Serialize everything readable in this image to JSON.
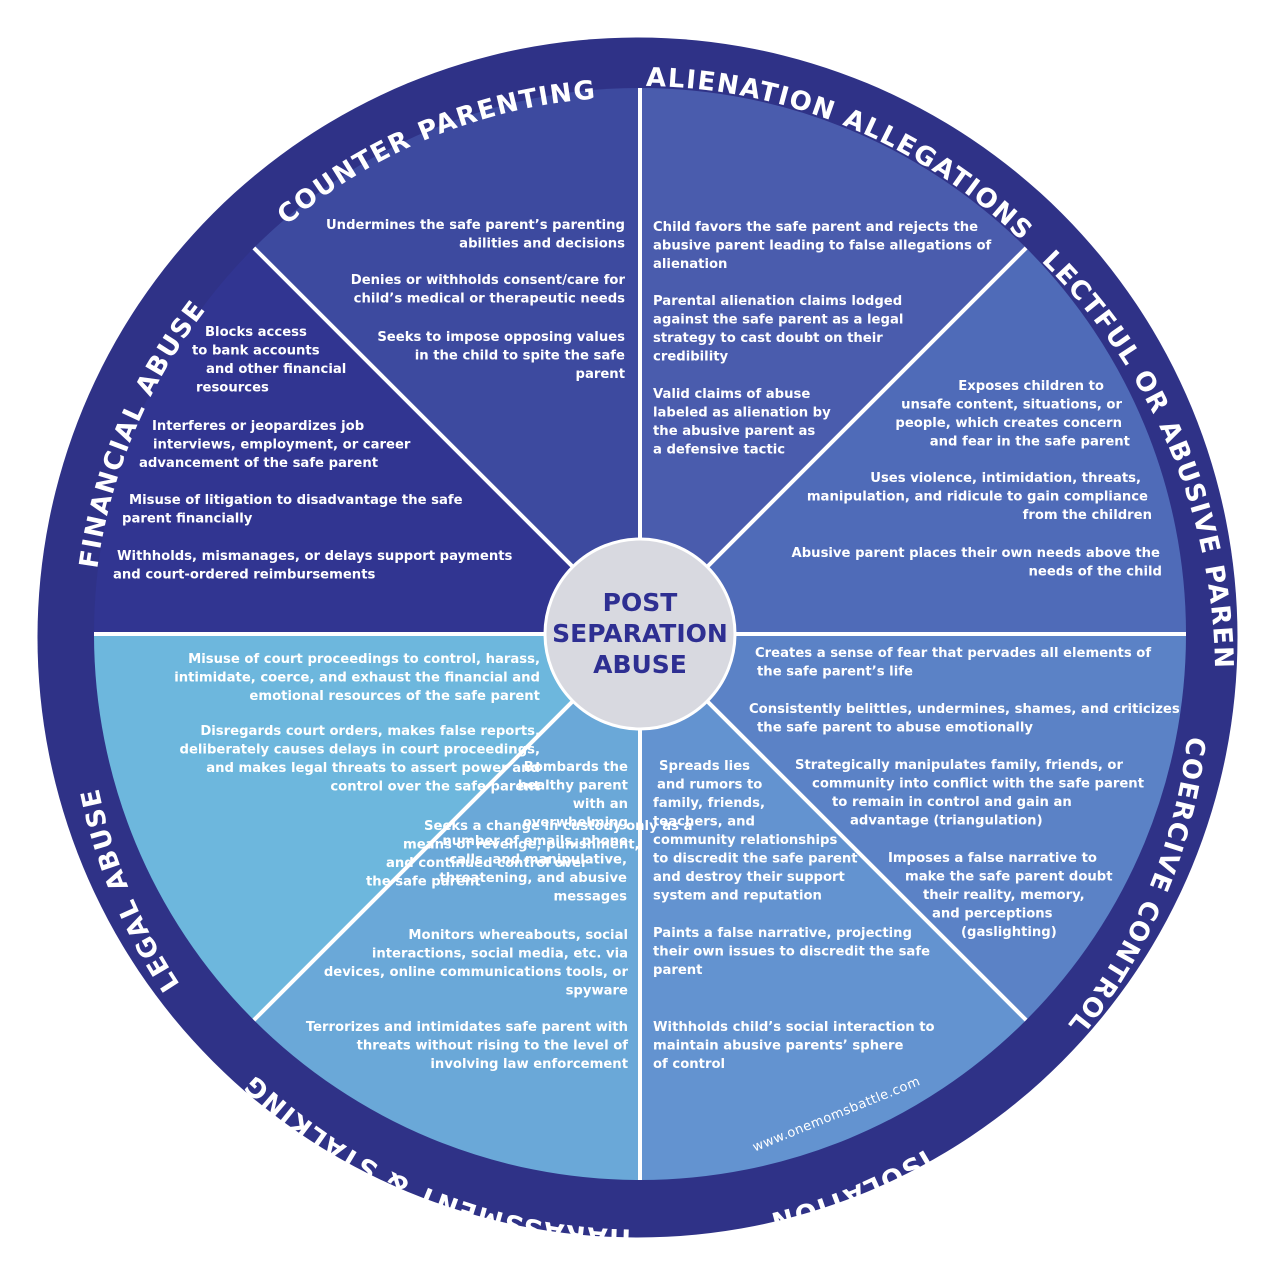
{
  "center": {
    "lines": [
      "POST",
      "SEPARATION",
      "ABUSE"
    ]
  },
  "colors": {
    "ring": "#2f3287",
    "divider": "#ffffff",
    "center_fill": "#d8d9e0",
    "center_text": "#2e2f92",
    "text": "#ffffff"
  },
  "website": "www.onemomsbattle.com",
  "segments": [
    {
      "label": "ALIENATION ALLEGATIONS",
      "color": "#4a5cad",
      "items": [
        [
          "Child favors the safe parent and rejects the",
          "abusive parent leading to false allegations of",
          "alienation"
        ],
        [
          "Parental alienation claims lodged",
          "against the safe parent as a legal",
          "strategy to cast doubt on their",
          "credibility"
        ],
        [
          "Valid claims of abuse",
          "labeled as alienation by",
          "the abusive parent as",
          "a defensive tactic"
        ]
      ]
    },
    {
      "label": "NEGLECTFUL OR ABUSIVE PARENTING",
      "color": "#4f6bb8",
      "items": [
        [
          "Exposes children to",
          "unsafe content, situations, or",
          "people, which creates concern",
          "and fear in the safe parent"
        ],
        [
          "Uses violence, intimidation, threats,",
          "manipulation, and ridicule to gain compliance",
          "from the children"
        ],
        [
          "Abusive parent places their own needs above the",
          "needs of the child"
        ]
      ]
    },
    {
      "label": "COERCIVE CONTROL",
      "color": "#5b82c6",
      "items": [
        [
          "Creates a sense of fear that pervades all elements of",
          "the safe parent’s life"
        ],
        [
          "Consistently belittles, undermines, shames, and criticizes",
          "the safe parent to abuse emotionally"
        ],
        [
          "Strategically manipulates family, friends, or",
          "community into conflict with the safe parent",
          "to remain in control and gain an",
          "advantage (triangulation)"
        ],
        [
          "Imposes a false narrative to",
          "make the safe parent doubt",
          "their reality, memory,",
          "and perceptions",
          "(gaslighting)"
        ]
      ]
    },
    {
      "label": "ISOLATION",
      "color": "#6393d0",
      "items": [
        [
          "Spreads lies",
          "and rumors to",
          "family, friends,",
          "teachers, and",
          "community relationships",
          "to discredit the safe parent",
          "and destroy their support",
          "system and reputation"
        ],
        [
          "Paints a false narrative, projecting",
          "their own issues to discredit the safe",
          "parent"
        ],
        [
          "Withholds child’s social interaction to",
          "maintain abusive parents’ sphere",
          "of control"
        ]
      ]
    },
    {
      "label": "HARASSMENT & STALKING",
      "color": "#6aa8d8",
      "items": [
        [
          "Bombards the",
          "healthy parent",
          "with an",
          "overwhelming",
          "number of emails, phone",
          "calls, and manipulative,",
          "threatening, and abusive",
          "messages"
        ],
        [
          "Monitors whereabouts, social",
          "interactions, social media, etc. via",
          "devices, online communications tools, or",
          "spyware"
        ],
        [
          "Terrorizes and intimidates safe parent with",
          "threats without rising to the level of",
          "involving law enforcement"
        ]
      ]
    },
    {
      "label": "LEGAL ABUSE",
      "color": "#6db7dd",
      "items": [
        [
          "Misuse of court proceedings to control, harass,",
          "intimidate, coerce, and exhaust the financial and",
          "emotional resources of the safe parent"
        ],
        [
          "Disregards court orders, makes false reports,",
          "deliberately causes delays in court proceedings,",
          "and makes legal threats to assert power and",
          "control over the safe parent"
        ],
        [
          "Seeks a change in custody only as a",
          "means of revenge, punishment,",
          "and continued control over",
          "the safe parent"
        ]
      ]
    },
    {
      "label": "FINANCIAL ABUSE",
      "color": "#313591",
      "items": [
        [
          "Blocks access",
          "to bank accounts",
          "and other financial",
          "resources"
        ],
        [
          "Interferes or jeopardizes job",
          "interviews, employment, or career",
          "advancement of the safe parent"
        ],
        [
          "Misuse of litigation to disadvantage the safe",
          "parent financially"
        ],
        [
          "Withholds, mismanages, or delays support payments",
          "and court-ordered reimbursements"
        ]
      ]
    },
    {
      "label": "COUNTER PARENTING",
      "color": "#3d4a9f",
      "items": [
        [
          "Undermines the safe parent’s parenting",
          "abilities and decisions"
        ],
        [
          "Denies or withholds consent/care for",
          "child’s medical or therapeutic needs"
        ],
        [
          "Seeks to impose opposing values",
          "in the child to spite the safe",
          "parent"
        ]
      ]
    }
  ]
}
